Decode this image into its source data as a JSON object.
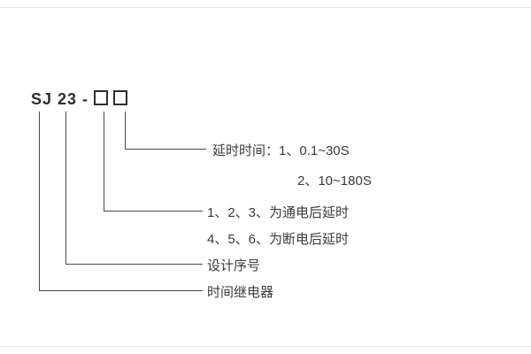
{
  "model": {
    "code": "SJ 23 -"
  },
  "annotations": {
    "delay_time_line1": "延时时间：1、0.1~30S",
    "delay_time_line2": "2、10~180S",
    "power_on_delay": "1、2、3、为通电后延时",
    "power_off_delay": "4、5、6、为断电后延时",
    "design_serial": "设计序号",
    "time_relay": "时间继电器"
  },
  "colors": {
    "line": "#4a4a4a",
    "text": "#3a3a3a"
  }
}
